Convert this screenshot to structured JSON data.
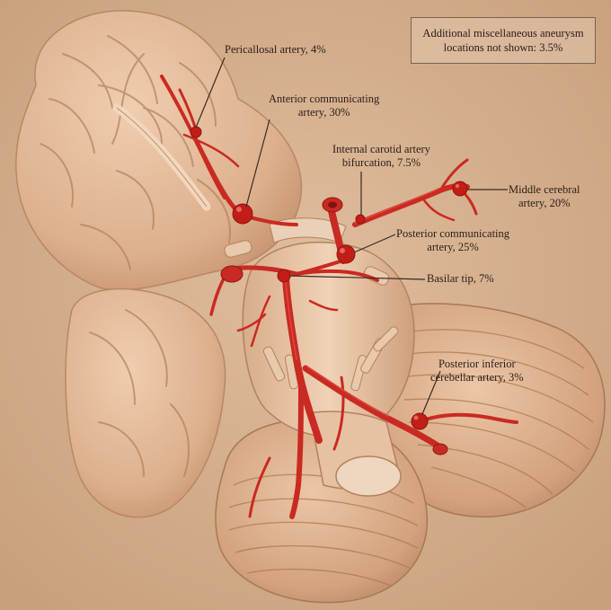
{
  "note": {
    "line1": "Additional miscellaneous aneurysm",
    "line2": "locations not shown: 3.5%"
  },
  "labels": {
    "pericallosal": {
      "line1": "Pericallosal artery, 4%"
    },
    "anterior_communicating": {
      "line1": "Anterior communicating",
      "line2": "artery, 30%"
    },
    "internal_carotid": {
      "line1": "Internal carotid artery",
      "line2": "bifurcation, 7.5%"
    },
    "middle_cerebral": {
      "line1": "Middle cerebral",
      "line2": "artery, 20%"
    },
    "posterior_communicating": {
      "line1": "Posterior communicating",
      "line2": "artery, 25%"
    },
    "basilar_tip": {
      "line1": "Basilar tip, 7%"
    },
    "posterior_inferior_cerebellar": {
      "line1": "Posterior inferior",
      "line2": "cerebellar artery, 3%"
    }
  },
  "colors": {
    "background": "#d7b391",
    "brain_tissue": "#e3bb99",
    "sulcus_shadow": "#b98a68",
    "artery": "#c92a22",
    "artery_highlight": "#e8544a",
    "label_text": "#2b1e17",
    "leader_line": "#3a2a20"
  }
}
